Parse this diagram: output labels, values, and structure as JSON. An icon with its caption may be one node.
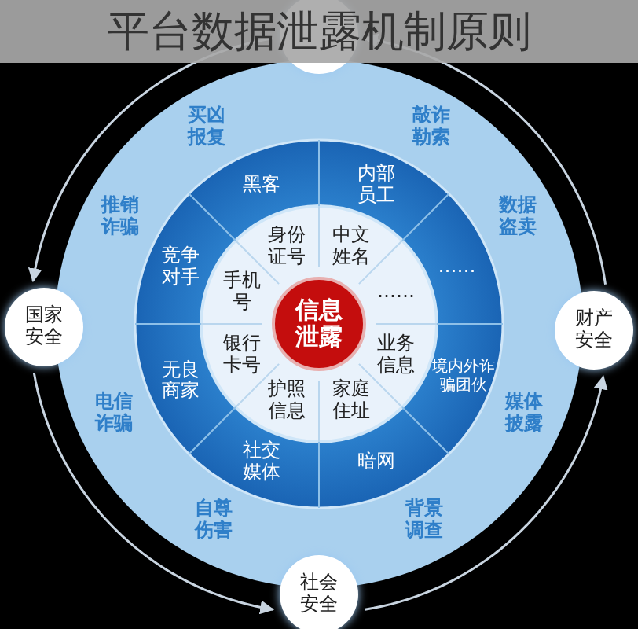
{
  "diagram": {
    "title": "平台数据泄露机制原则",
    "nodes": [
      {
        "text": [
          "信息泄露"
        ]
      },
      {
        "text": [
          "中文姓名"
        ]
      },
      {
        "text": [
          "……"
        ]
      },
      {
        "text": [
          "业务信息"
        ]
      },
      {
        "text": [
          "家庭住址"
        ]
      },
      {
        "text": [
          "护照信息"
        ]
      },
      {
        "text": [
          "银行卡号"
        ]
      },
      {
        "text": [
          "手机号"
        ]
      },
      {
        "text": [
          "身份证号"
        ]
      },
      {
        "text": [
          "内部员工"
        ]
      },
      {
        "text": [
          "……"
        ]
      },
      {
        "text": [
          "境内外诈骗团伙"
        ]
      },
      {
        "text": [
          "暗网"
        ]
      },
      {
        "text": [
          "社交媒体"
        ]
      },
      {
        "text": [
          "无良商家"
        ]
      },
      {
        "text": [
          "竞争对手"
        ]
      },
      {
        "text": [
          "黑客"
        ]
      },
      {
        "text": [],
        "shape": "circle"
      },
      {
        "text": [
          "财产安全"
        ]
      },
      {
        "text": [
          "社会安全"
        ]
      },
      {
        "text": [
          "国家安全"
        ]
      }
    ],
    "edges": [
      {
        "from": 17,
        "to": 20,
        "arrow": "to"
      },
      {
        "from": 20,
        "to": 19,
        "arrow": "to"
      },
      {
        "from": 19,
        "to": 18,
        "arrow": "to"
      },
      {
        "from": 18,
        "to": 17,
        "arrow": "to"
      }
    ],
    "labels": [
      "买凶报复",
      "敲诈勒索",
      "推销诈骗",
      "数据盗卖",
      "电信诈骗",
      "媒体披露",
      "自尊伤害",
      "背景调查"
    ]
  }
}
